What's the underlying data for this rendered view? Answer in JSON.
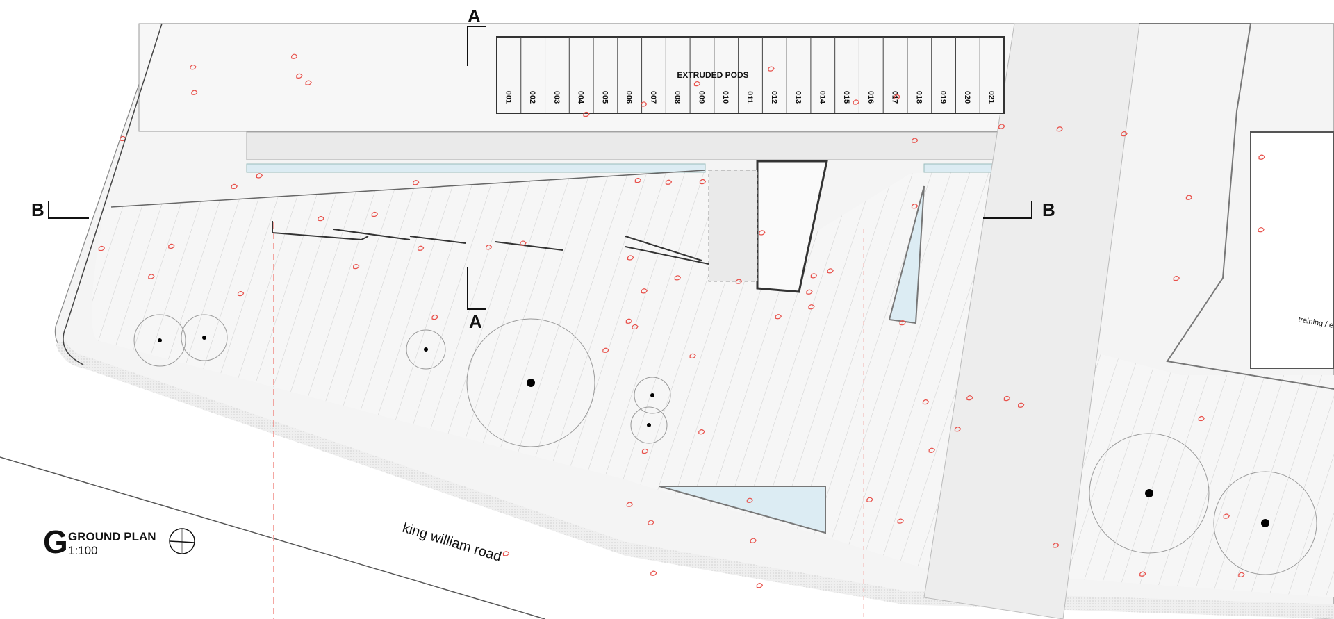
{
  "drawing": {
    "title_letter": "G",
    "title": "GROUND PLAN",
    "scale": "1:100",
    "road_name": "king william road",
    "pods_label": "EXTRUDED PODS",
    "pod_numbers": [
      "001",
      "002",
      "003",
      "004",
      "005",
      "006",
      "007",
      "008",
      "009",
      "010",
      "011",
      "012",
      "013",
      "014",
      "015",
      "016",
      "017",
      "018",
      "019",
      "020",
      "021"
    ],
    "room_label": "training / e",
    "section_markers": {
      "a_top": "A",
      "a_bottom": "A",
      "b_left": "B",
      "b_right": "B"
    }
  },
  "colors": {
    "line": "#555555",
    "hatch": "#cfcfcf",
    "people": "#e8504a",
    "pool": "#dcecf3",
    "paving": "#f2f2f2",
    "grid_dash": "#f08a84"
  }
}
